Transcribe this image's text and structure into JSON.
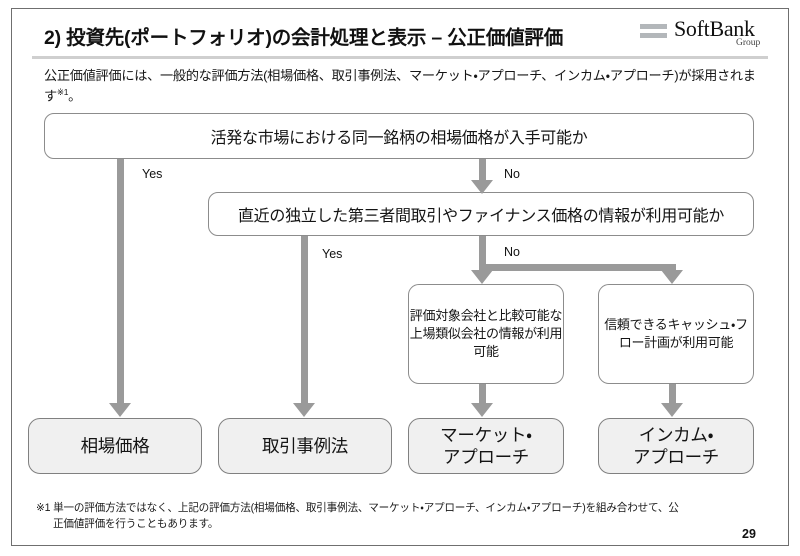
{
  "header": {
    "title": "2) 投資先(ポートフォリオ)の会計処理と表示 – 公正価値評価",
    "logo": {
      "brand": "SoftBank",
      "group": "Group"
    }
  },
  "intro": "公正価値評価には、一般的な評価方法(相場価格、取引事例法、マーケット・アプローチ、インカム・アプローチ)が採用されます",
  "intro_note_marker": "※1",
  "intro_end": "。",
  "flow": {
    "q1": "活発な市場における同一銘柄の相場価格が入手可能か",
    "q2": "直近の独立した第三者間取引やファイナンス価格の情報が利用可能か",
    "cond1": "評価対象会社と比較可能な上場類似会社の情報が利用可能",
    "cond2": "信頼できるキャッシュ・フロー計画が利用可能",
    "results": {
      "r1": "相場価格",
      "r2": "取引事例法",
      "r3_line1": "マーケット・",
      "r3_line2": "アプローチ",
      "r4_line1": "インカム・",
      "r4_line2": "アプローチ"
    },
    "labels": {
      "yes1": "Yes",
      "no1": "No",
      "yes2": "Yes",
      "no2": "No"
    }
  },
  "footnote": {
    "line1": "※1 単一の評価方法ではなく、上記の評価方法(相場価格、取引事例法、マーケット・アプローチ、インカム・アプローチ)を組み合わせて、公",
    "line2": "正価値評価を行うこともあります。"
  },
  "page_number": "29",
  "colors": {
    "connector": "#9a9a9a",
    "node_border": "#8c8c8c",
    "result_fill": "#f0f0f0",
    "rule": "#cfcfcf",
    "logo_bar": "#b3b7ba"
  }
}
